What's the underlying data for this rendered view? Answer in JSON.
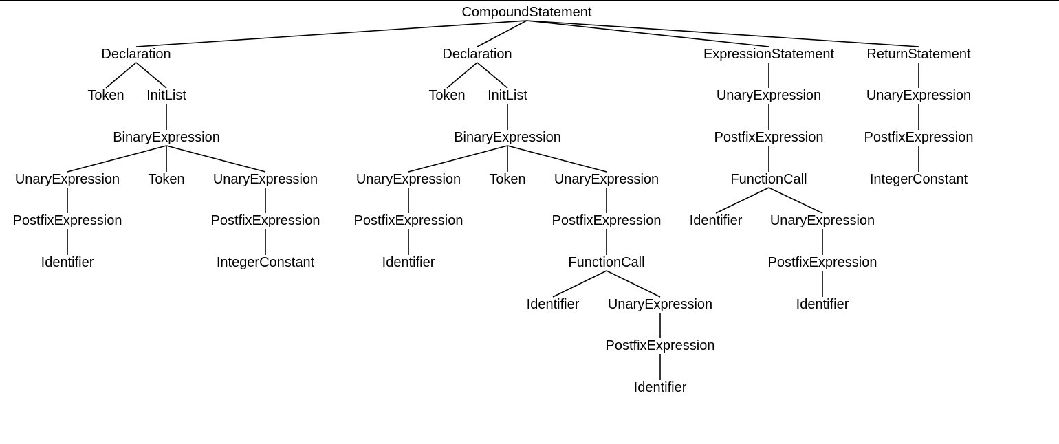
{
  "tree": {
    "label": "CompoundStatement",
    "children": [
      {
        "label": "Declaration",
        "children": [
          {
            "label": "Token"
          },
          {
            "label": "InitList",
            "children": [
              {
                "label": "BinaryExpression",
                "children": [
                  {
                    "label": "UnaryExpression",
                    "children": [
                      {
                        "label": "PostfixExpression",
                        "children": [
                          {
                            "label": "Identifier"
                          }
                        ]
                      }
                    ]
                  },
                  {
                    "label": "Token"
                  },
                  {
                    "label": "UnaryExpression",
                    "children": [
                      {
                        "label": "PostfixExpression",
                        "children": [
                          {
                            "label": "IntegerConstant"
                          }
                        ]
                      }
                    ]
                  }
                ]
              }
            ]
          }
        ]
      },
      {
        "label": "Declaration",
        "children": [
          {
            "label": "Token"
          },
          {
            "label": "InitList",
            "children": [
              {
                "label": "BinaryExpression",
                "children": [
                  {
                    "label": "UnaryExpression",
                    "children": [
                      {
                        "label": "PostfixExpression",
                        "children": [
                          {
                            "label": "Identifier"
                          }
                        ]
                      }
                    ]
                  },
                  {
                    "label": "Token"
                  },
                  {
                    "label": "UnaryExpression",
                    "children": [
                      {
                        "label": "PostfixExpression",
                        "children": [
                          {
                            "label": "FunctionCall",
                            "children": [
                              {
                                "label": "Identifier"
                              },
                              {
                                "label": "UnaryExpression",
                                "children": [
                                  {
                                    "label": "PostfixExpression",
                                    "children": [
                                      {
                                        "label": "Identifier"
                                      }
                                    ]
                                  }
                                ]
                              }
                            ]
                          }
                        ]
                      }
                    ]
                  }
                ]
              }
            ]
          }
        ]
      },
      {
        "label": "ExpressionStatement",
        "children": [
          {
            "label": "UnaryExpression",
            "children": [
              {
                "label": "PostfixExpression",
                "children": [
                  {
                    "label": "FunctionCall",
                    "children": [
                      {
                        "label": "Identifier"
                      },
                      {
                        "label": "UnaryExpression",
                        "children": [
                          {
                            "label": "PostfixExpression",
                            "children": [
                              {
                                "label": "Identifier"
                              }
                            ]
                          }
                        ]
                      }
                    ]
                  }
                ]
              }
            ]
          }
        ]
      },
      {
        "label": "ReturnStatement",
        "children": [
          {
            "label": "UnaryExpression",
            "children": [
              {
                "label": "PostfixExpression",
                "children": [
                  {
                    "label": "IntegerConstant"
                  }
                ]
              }
            ]
          }
        ]
      }
    ]
  }
}
